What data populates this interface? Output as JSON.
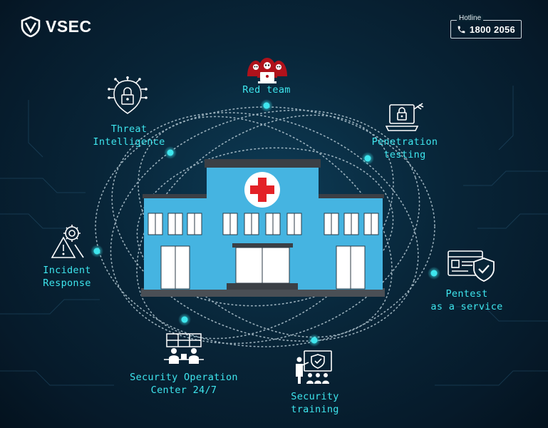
{
  "brand": {
    "name": "VSEC"
  },
  "hotline": {
    "label": "Hotline",
    "number": "1800 2056"
  },
  "colors": {
    "accent": "#3ee6ee",
    "building": "#45b4e1",
    "cross": "#e32127",
    "background": "#082538"
  },
  "services": [
    {
      "label": "Red team",
      "icon": "hacker-group-icon"
    },
    {
      "label": "Penetration\ntesting",
      "icon": "laptop-lock-icon"
    },
    {
      "label": "Pentest\nas a service",
      "icon": "shield-check-icon"
    },
    {
      "label": "Security\ntraining",
      "icon": "presentation-icon"
    },
    {
      "label": "Security Operation\nCenter 24/7",
      "icon": "monitoring-room-icon"
    },
    {
      "label": "Incident\nResponse",
      "icon": "warning-gear-icon"
    },
    {
      "label": "Threat\nIntelligence",
      "icon": "circuit-lock-icon"
    }
  ]
}
